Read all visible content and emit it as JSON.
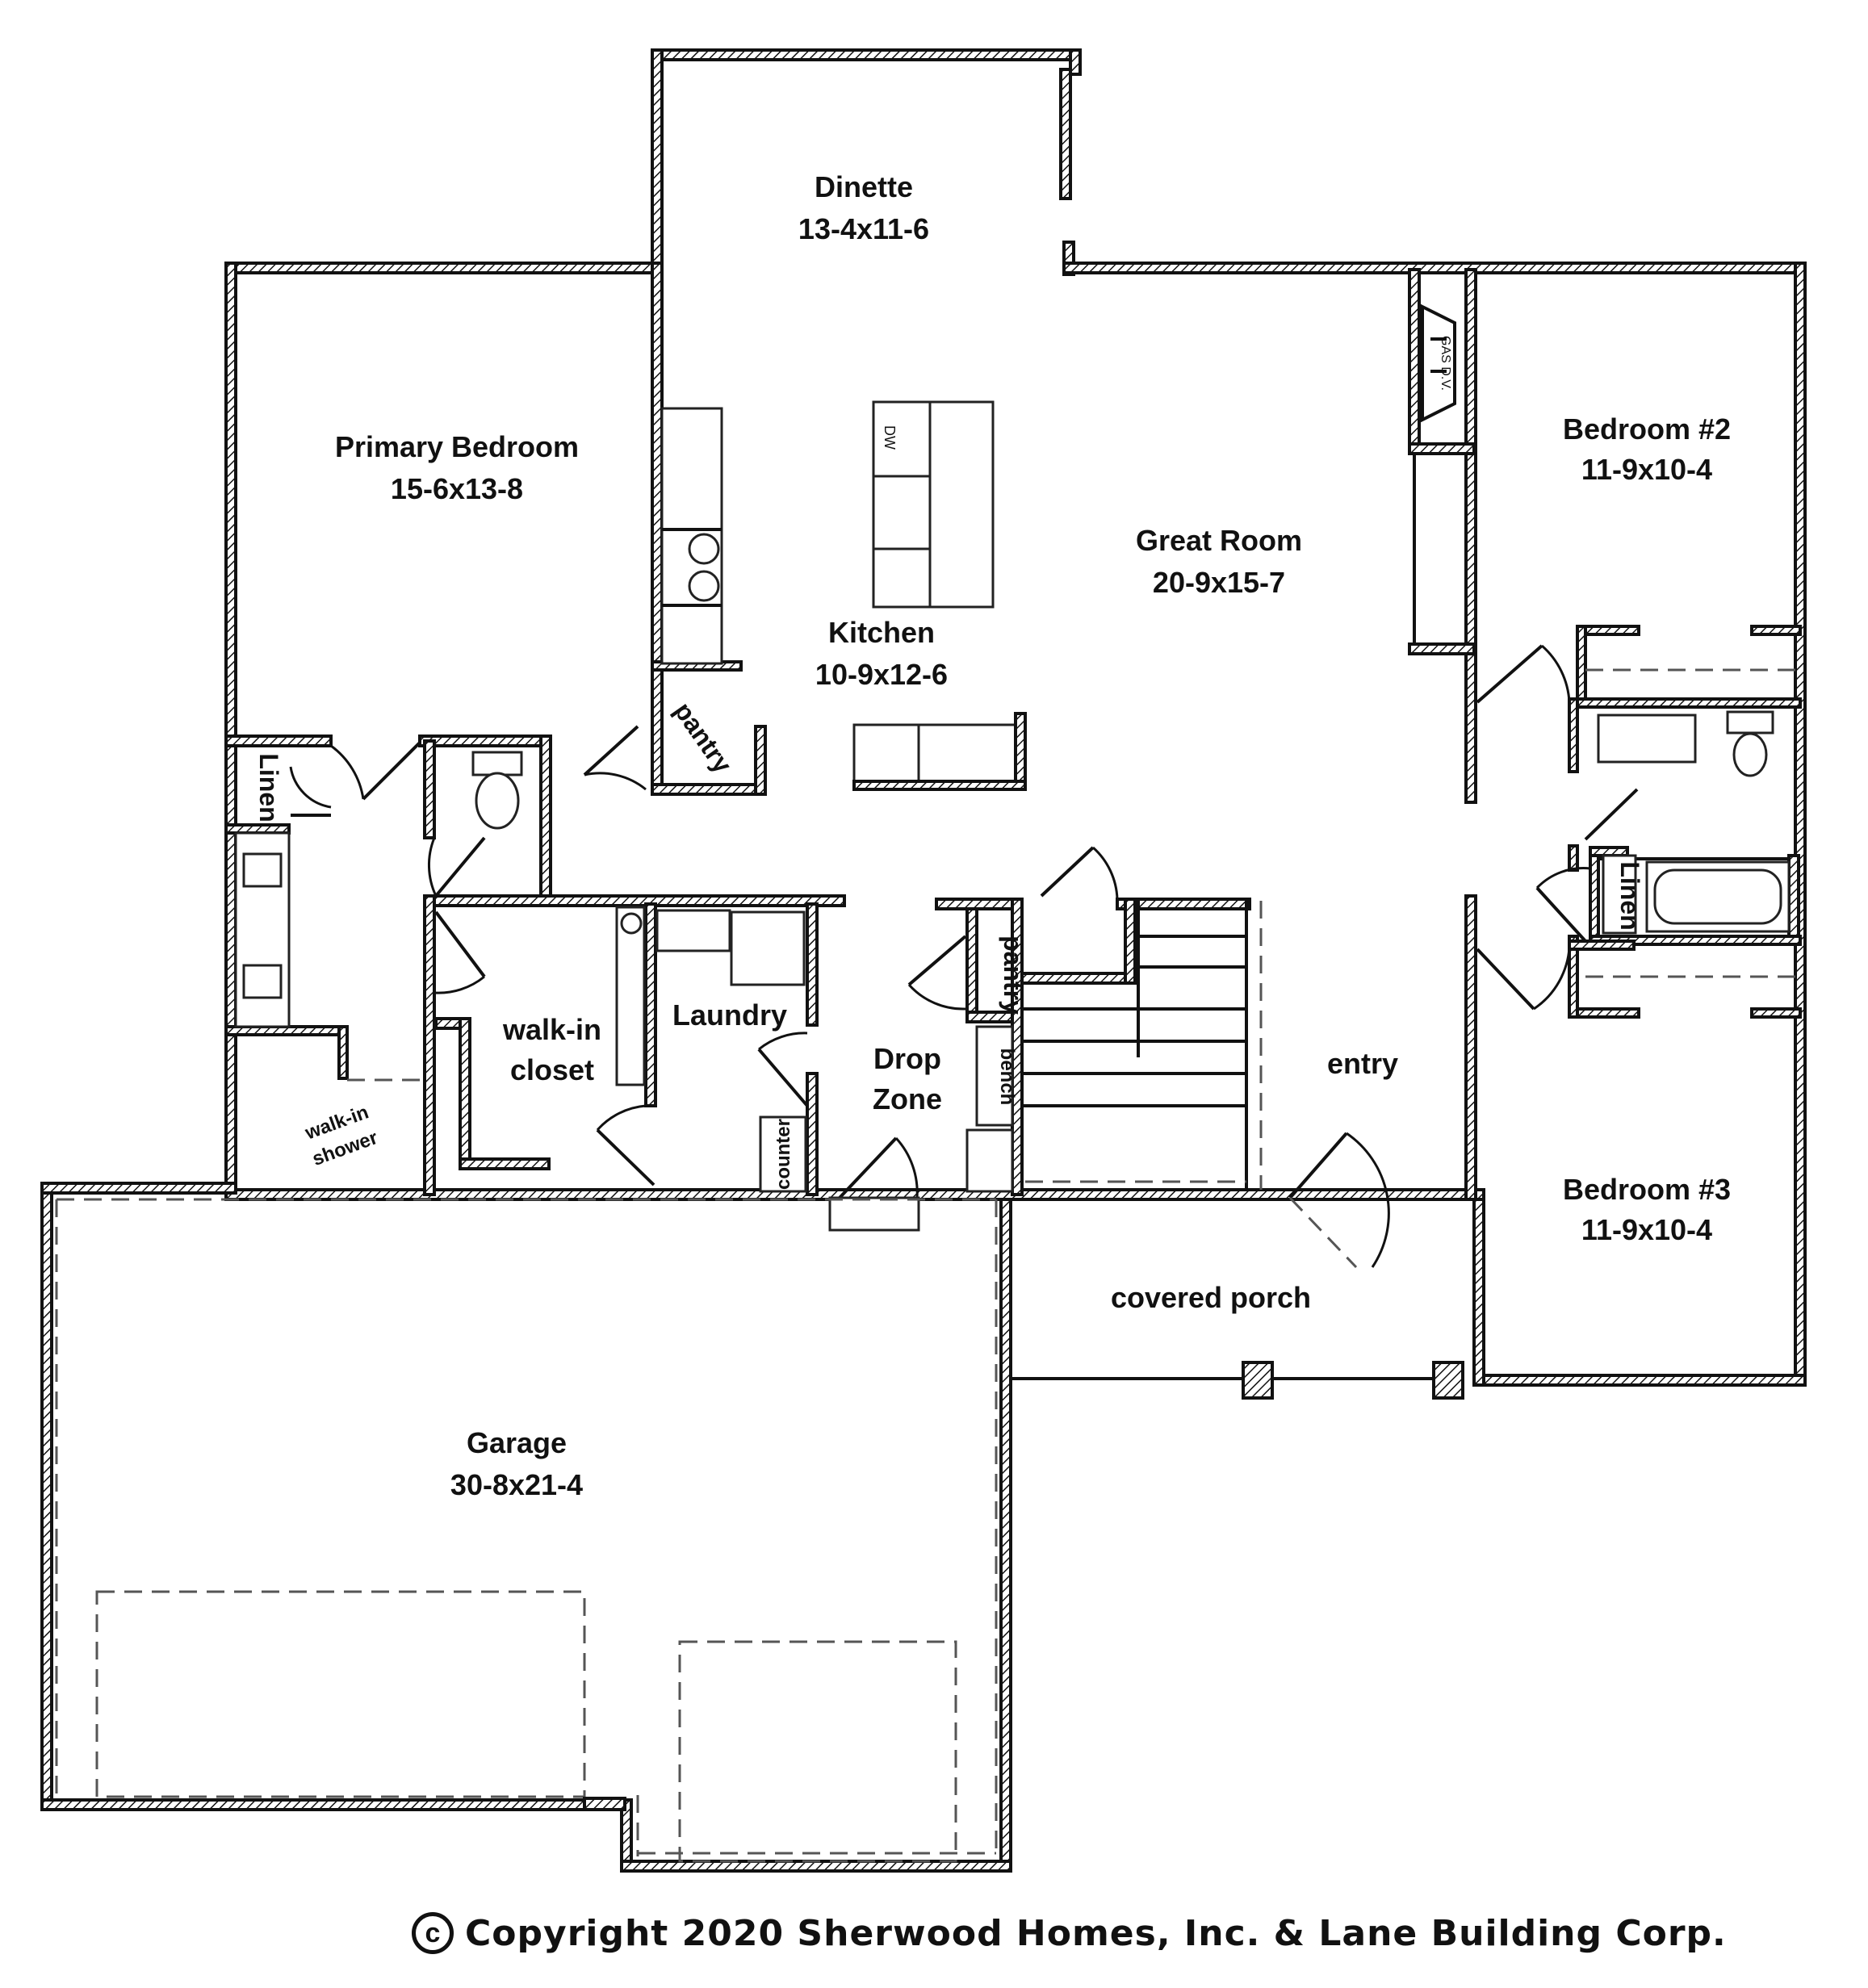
{
  "rooms": {
    "dinette": {
      "name": "Dinette",
      "dims": "13-4x11-6"
    },
    "primary_bedroom": {
      "name": "Primary Bedroom",
      "dims": "15-6x13-8"
    },
    "great_room": {
      "name": "Great Room",
      "dims": "20-9x15-7"
    },
    "kitchen": {
      "name": "Kitchen",
      "dims": "10-9x12-6"
    },
    "bedroom2": {
      "name": "Bedroom #2",
      "dims": "11-9x10-4"
    },
    "bedroom3": {
      "name": "Bedroom #3",
      "dims": "11-9x10-4"
    },
    "garage": {
      "name": "Garage",
      "dims": "30-8x21-4"
    },
    "walkin_closet": {
      "line1": "walk-in",
      "line2": "closet"
    },
    "laundry": "Laundry",
    "drop_zone": {
      "line1": "Drop",
      "line2": "Zone"
    },
    "entry": "entry",
    "covered_porch": "covered porch",
    "walkin_shower": {
      "line1": "walk-in",
      "line2": "shower"
    }
  },
  "labels": {
    "pantry_kitchen": "pantry",
    "pantry_drop": "pantry",
    "bench": "bench",
    "counter": "counter",
    "linen_primary": "Linen",
    "linen_bath": "Linen",
    "dw": "DW",
    "gas_fireplace": "GAS D.V."
  },
  "copyright": {
    "symbol": "c",
    "text": "Copyright 2020 Sherwood Homes, Inc. & Lane Building Corp."
  }
}
